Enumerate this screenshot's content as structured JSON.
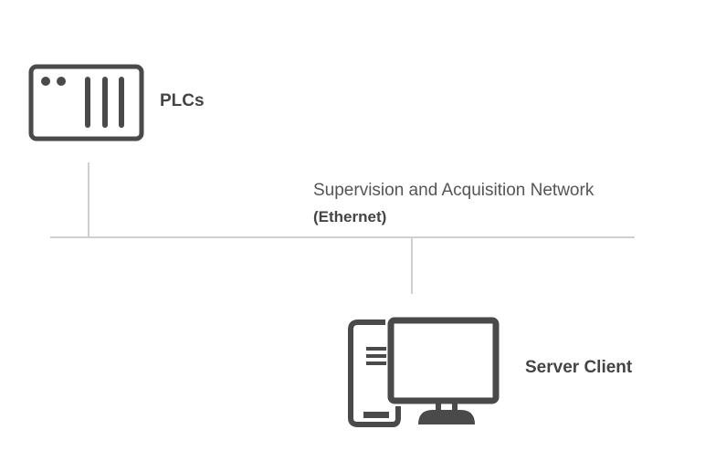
{
  "diagram": {
    "nodes": {
      "plc": {
        "label": "PLCs",
        "icon": "plc-rack-icon"
      },
      "server": {
        "label": "Server Client",
        "icon": "desktop-computer-icon"
      }
    },
    "network": {
      "title": "Supervision and Acquisition Network",
      "subtitle": "(Ethernet)"
    },
    "colors": {
      "icon": "#4a4a4a",
      "connector": "#cfcfcf",
      "text": "#444444"
    }
  }
}
